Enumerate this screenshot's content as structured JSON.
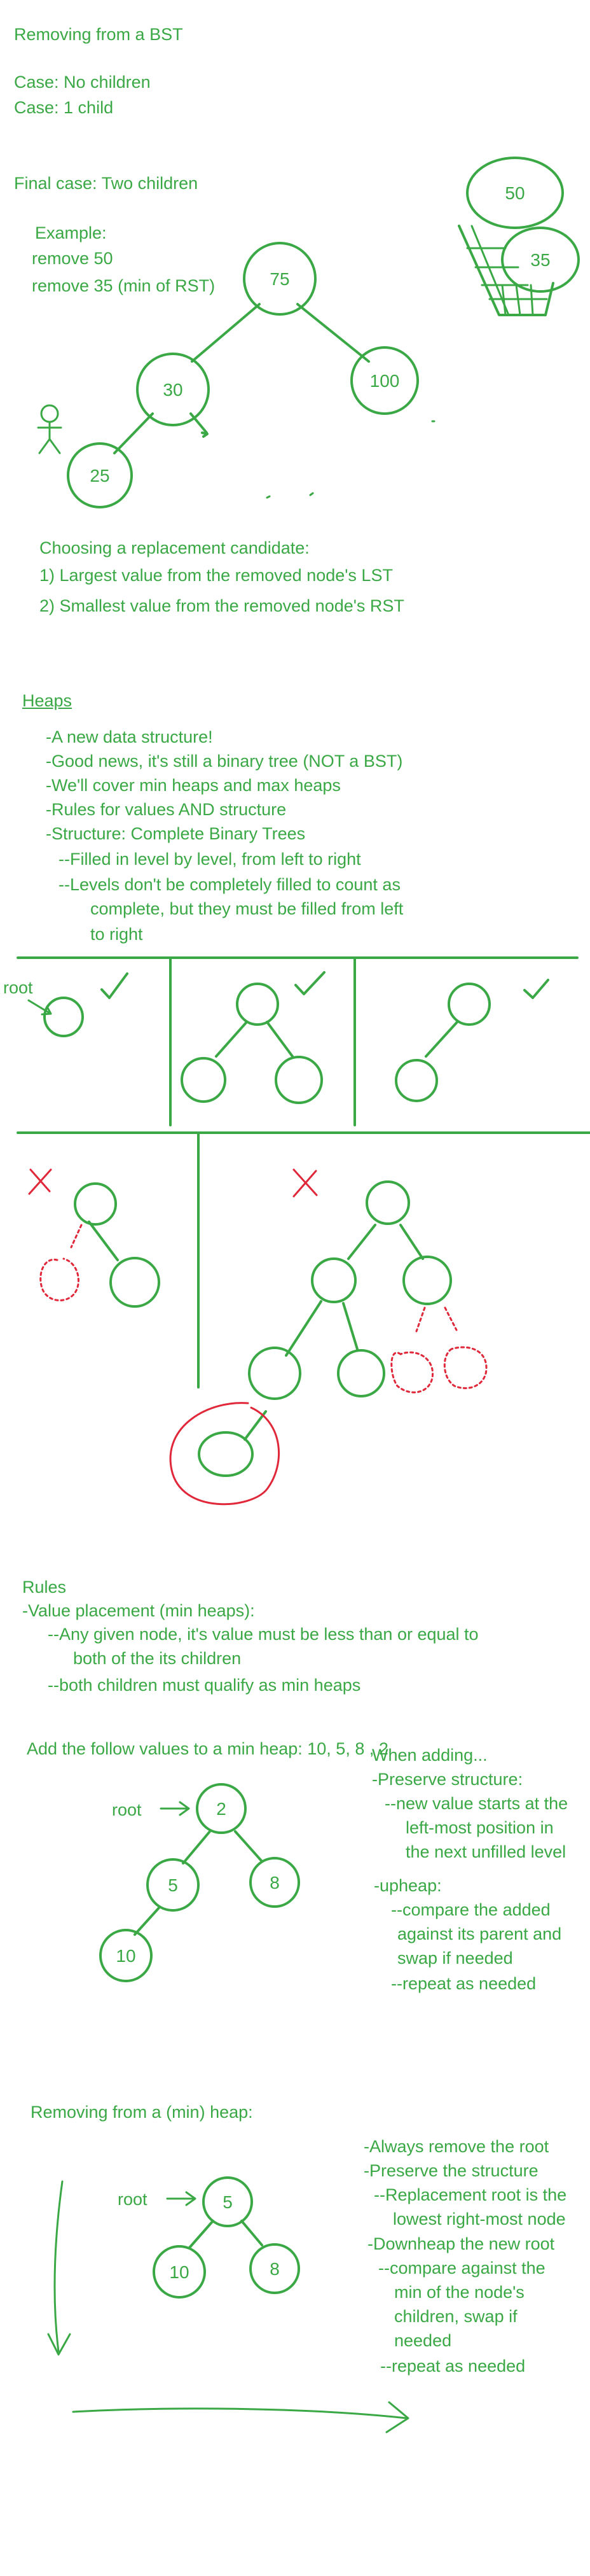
{
  "bst": {
    "title": "Removing from a BST",
    "case_no_children": "Case: No children",
    "case_one_child": "Case: 1 child",
    "final_case": "Final case: Two children",
    "example_label": "Example:",
    "remove_50": "remove 50",
    "remove_35": "remove 35 (min of RST)",
    "nodes": {
      "n75": "75",
      "n30": "30",
      "n100": "100",
      "n25": "25",
      "trash_top": "50",
      "trash_bottom": "35"
    },
    "replacement_title": "Choosing a replacement candidate:",
    "replacement_1": "1) Largest value from the removed node's LST",
    "replacement_2": "2) Smallest value from the removed node's RST"
  },
  "heaps": {
    "title": "Heaps",
    "lines": [
      "-A new data structure!",
      "-Good news, it's still a binary tree (NOT a BST)",
      "-We'll cover min heaps and max heaps",
      "-Rules for values AND structure",
      "-Structure: Complete Binary Trees",
      "--Filled in level by level, from left to right",
      "--Levels don't be completely filled to count as",
      "complete, but they must be filled from left",
      "to right"
    ],
    "root_label": "root",
    "valid_mark": "✓",
    "invalid_mark": "✗"
  },
  "rules": {
    "title": "Rules",
    "value_placement": "-Value placement (min heaps):",
    "any_node_1": "--Any given node, it's value must be less than or equal to",
    "any_node_2": "both of the its children",
    "both_children": "--both children must qualify as min heaps"
  },
  "add": {
    "prompt": "Add the follow values to a min heap: 10, 5,  8 ,  2",
    "root_label": "root",
    "nodes": {
      "root": "2",
      "left": "5",
      "right": "8",
      "leftleft": "10"
    },
    "notes": [
      "When adding...",
      "-Preserve structure:",
      "--new value starts at the",
      "left-most position in",
      "the next unfilled level",
      "-upheap:",
      "--compare the added",
      "against its parent and",
      "swap if needed",
      "--repeat as needed"
    ]
  },
  "remove": {
    "title": "Removing from a (min) heap:",
    "root_label": "root",
    "nodes": {
      "root": "5",
      "left": "10",
      "right": "8"
    },
    "notes": [
      "-Always remove the root",
      "-Preserve the structure",
      "--Replacement root is the",
      "lowest right-most node",
      "-Downheap the new root",
      "--compare against the",
      "min of the node's",
      "children, swap if",
      "needed",
      "--repeat as needed"
    ]
  },
  "colors": {
    "ink": "#3aa845",
    "red": "#e0283a",
    "background": "#ffffff"
  }
}
